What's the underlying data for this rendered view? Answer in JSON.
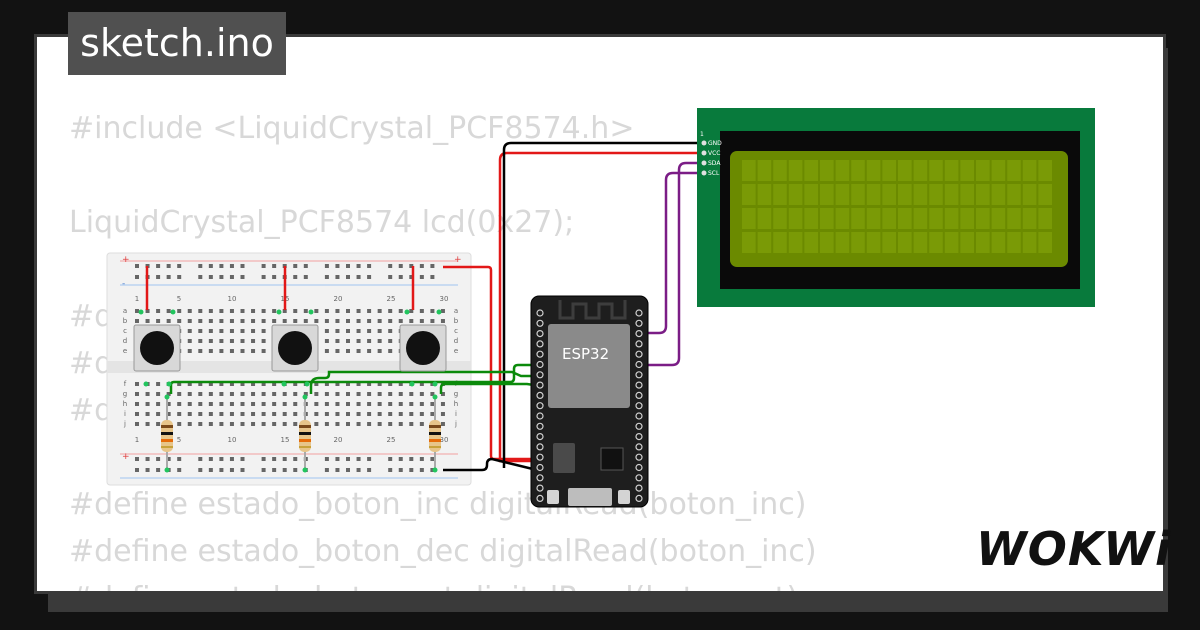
{
  "tab": {
    "title": "sketch.ino"
  },
  "code": {
    "lines": [
      "#include <LiquidCrystal_PCF8574.h>",
      "",
      "LiquidCrystal_PCF8574 lcd(0x27);",
      "",
      "#d",
      "#d",
      "#d",
      "",
      "#define estado_boton_inc digitalRead(boton_inc)",
      "#define estado_boton_dec digitalRead(boton_inc)",
      "#define estado_boton_rst digitalRead(boton_rst)"
    ]
  },
  "breadboard": {
    "col_numbers_top": [
      "1",
      "5",
      "10",
      "15",
      "20",
      "25",
      "30"
    ],
    "row_letters_top": [
      "a",
      "b",
      "c",
      "d",
      "e"
    ],
    "row_letters_bottom": [
      "f",
      "g",
      "h",
      "i",
      "j"
    ],
    "col_numbers_bottom": [
      "1",
      "5",
      "10",
      "15",
      "20",
      "25",
      "30"
    ],
    "rail_plus": "+",
    "rail_minus": "-"
  },
  "esp32": {
    "label": "ESP32"
  },
  "lcd": {
    "pin1": "1",
    "pins": [
      "GND",
      "VCC",
      "SDA",
      "SCL"
    ]
  },
  "brand": {
    "logo": "WOKWi"
  },
  "colors": {
    "background": "#121212",
    "card": "#ffffff",
    "tab": "#505050",
    "code_text": "#d8d8d8",
    "lcd_pcb": "#087a3c",
    "lcd_screen": "#6b8a00",
    "wire_red": "#e21818",
    "wire_green": "#0b8a0b",
    "wire_purple": "#7b1d86",
    "wire_black": "#000000"
  }
}
